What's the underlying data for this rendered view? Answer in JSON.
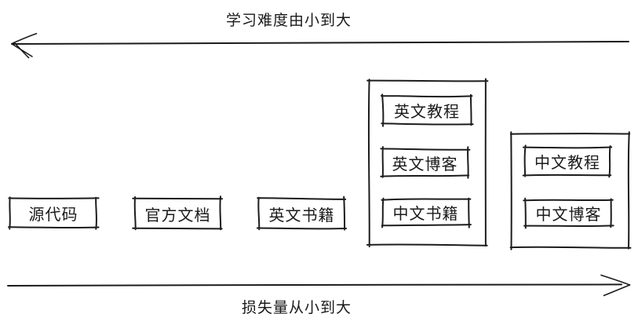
{
  "diagram": {
    "top_axis_label": "学习难度由小到大",
    "bottom_axis_label": "损失量从小到大",
    "standalone_nodes": [
      {
        "label": "源代码"
      },
      {
        "label": "官方文档"
      },
      {
        "label": "英文书籍"
      }
    ],
    "groups": [
      {
        "items": [
          {
            "label": "英文教程"
          },
          {
            "label": "英文博客"
          },
          {
            "label": "中文书籍"
          }
        ]
      },
      {
        "items": [
          {
            "label": "中文教程"
          },
          {
            "label": "中文博客"
          }
        ]
      }
    ],
    "colors": {
      "stroke": "#1c1c1c",
      "text": "#1a1a1a",
      "background": "#ffffff"
    }
  }
}
